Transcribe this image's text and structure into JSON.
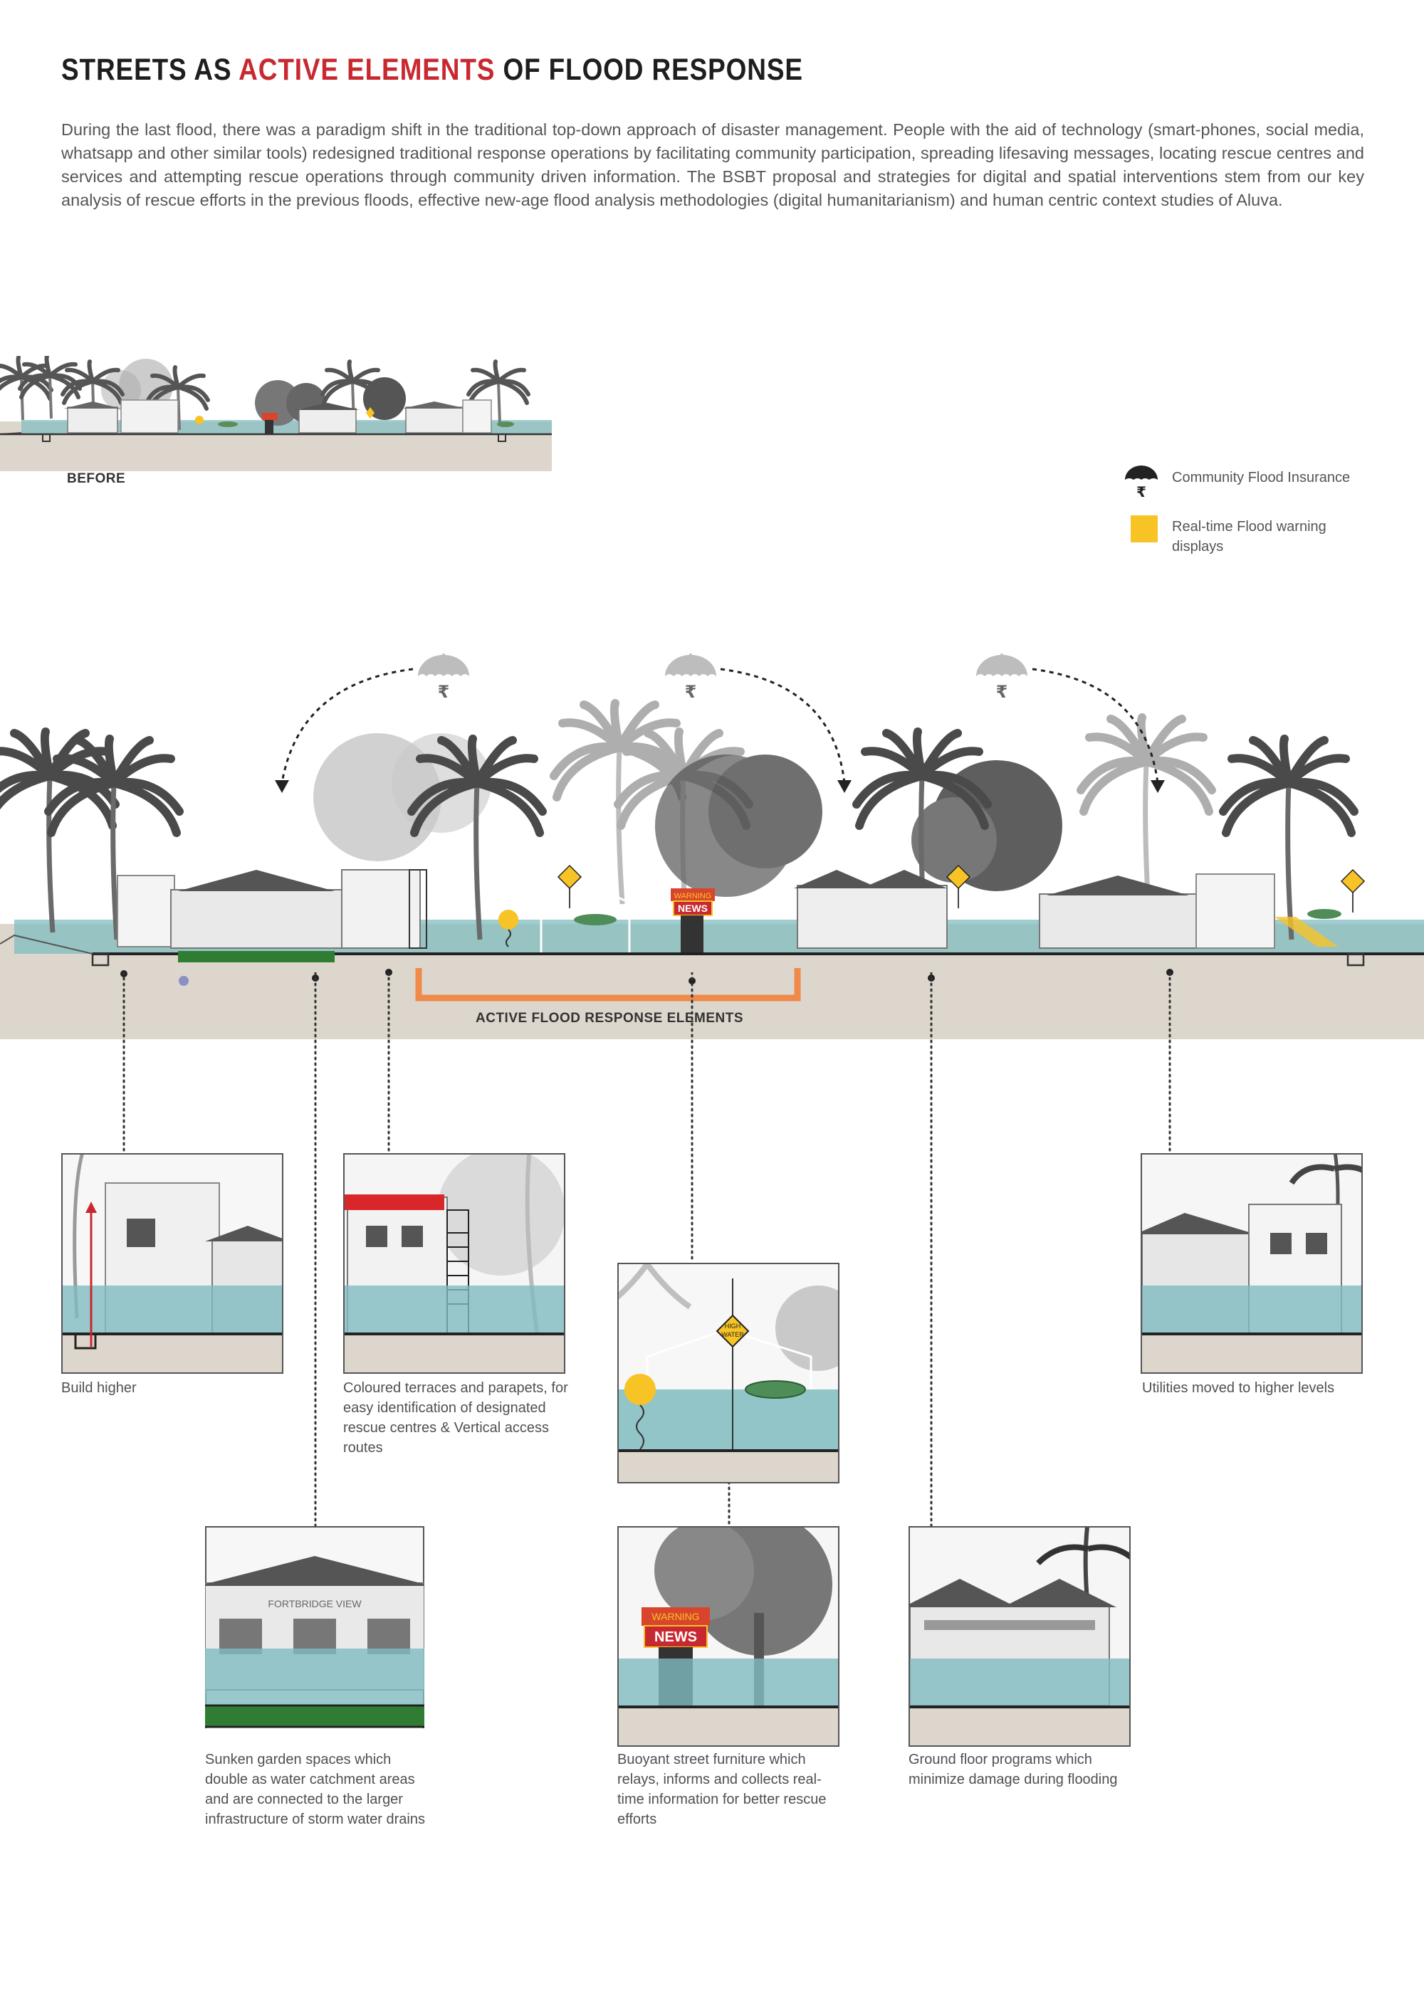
{
  "header": {
    "title_pre": "STREETS AS ",
    "title_accent": "ACTIVE ELEMENTS",
    "title_post": " OF FLOOD RESPONSE",
    "intro": "During the last flood, there was a paradigm shift in the traditional top-down approach of disaster management. People with the aid of technology (smart-phones, social media, whatsapp and other similar tools) redesigned traditional response operations by facilitating community participation, spreading lifesaving messages, locating rescue centres and services and attempting rescue operations through community driven information. The BSBT proposal and strategies for digital and spatial interventions stem from our key analysis of rescue efforts in the previous floods, effective new-age flood analysis methodologies (digital humanitarianism) and human centric context studies of Aluva."
  },
  "before": {
    "label": "BEFORE"
  },
  "legend": {
    "insurance": "Community Flood Insurance",
    "warning": "Real-time Flood warning displays"
  },
  "section": {
    "active_label": "ACTIVE FLOOD RESPONSE ELEMENTS",
    "rupee": "₹"
  },
  "signs": {
    "high_water_1": "HIGH",
    "high_water_2": "WATER",
    "warning": "WARNING",
    "news": "NEWS",
    "building_name": "FORTBRIDGE VIEW"
  },
  "panels": [
    {
      "id": "build-higher",
      "caption": "Build higher"
    },
    {
      "id": "coloured-terraces",
      "caption": "Coloured terraces and parapets, for easy identification of designated rescue centres & Vertical access routes"
    },
    {
      "id": "buoyant-floats",
      "caption": ""
    },
    {
      "id": "utilities",
      "caption": "Utilities moved to higher levels"
    },
    {
      "id": "sunken-garden",
      "caption": "Sunken garden spaces which double as water catchment areas and are connected to the larger infrastructure of storm water drains"
    },
    {
      "id": "buoyant-furniture",
      "caption": "Buoyant street furniture which relays, informs and collects real-time information for better rescue efforts"
    },
    {
      "id": "ground-floor",
      "caption": "Ground floor programs which minimize damage during flooding"
    }
  ],
  "colors": {
    "water": "#7fbcc0",
    "ground": "#ddd6cc",
    "accent_red": "#c8282f",
    "orange": "#f08a4b",
    "green": "#2f7d32",
    "yellow": "#f7c325"
  }
}
